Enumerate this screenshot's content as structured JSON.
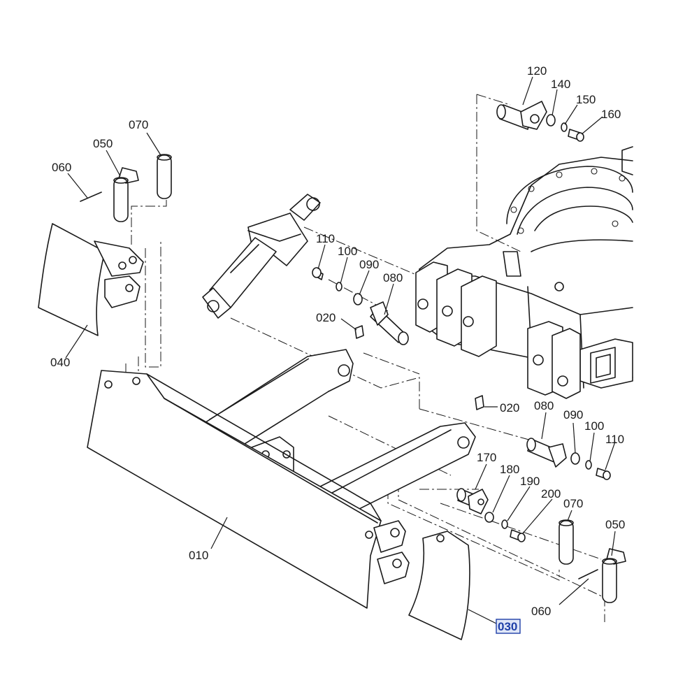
{
  "diagram": {
    "parts": [
      {
        "id": "p010",
        "label": "010"
      },
      {
        "id": "p020a",
        "label": "020"
      },
      {
        "id": "p020b",
        "label": "020"
      },
      {
        "id": "p030",
        "label": "030",
        "highlighted": true
      },
      {
        "id": "p040",
        "label": "040"
      },
      {
        "id": "p050a",
        "label": "050"
      },
      {
        "id": "p050b",
        "label": "050"
      },
      {
        "id": "p060a",
        "label": "060"
      },
      {
        "id": "p060b",
        "label": "060"
      },
      {
        "id": "p070a",
        "label": "070"
      },
      {
        "id": "p070b",
        "label": "070"
      },
      {
        "id": "p080a",
        "label": "080"
      },
      {
        "id": "p080b",
        "label": "080"
      },
      {
        "id": "p090a",
        "label": "090"
      },
      {
        "id": "p090b",
        "label": "090"
      },
      {
        "id": "p100a",
        "label": "100"
      },
      {
        "id": "p100b",
        "label": "100"
      },
      {
        "id": "p110a",
        "label": "110"
      },
      {
        "id": "p110b",
        "label": "110"
      },
      {
        "id": "p120",
        "label": "120"
      },
      {
        "id": "p140",
        "label": "140"
      },
      {
        "id": "p150",
        "label": "150"
      },
      {
        "id": "p160",
        "label": "160"
      },
      {
        "id": "p170",
        "label": "170"
      },
      {
        "id": "p180",
        "label": "180"
      },
      {
        "id": "p190",
        "label": "190"
      },
      {
        "id": "p200",
        "label": "200"
      }
    ],
    "highlight_color": "#1e3fa8"
  }
}
